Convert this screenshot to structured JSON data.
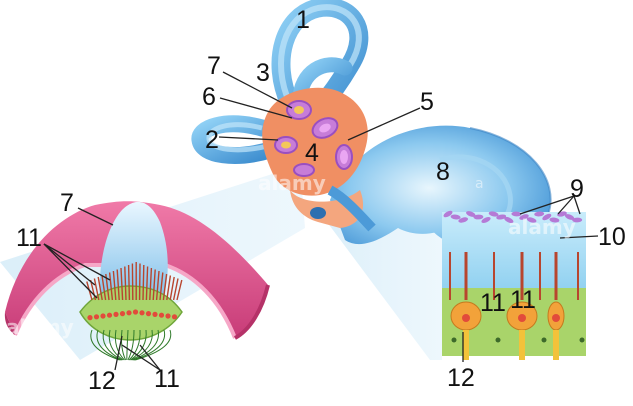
{
  "figure": {
    "labels": {
      "l1": "1",
      "l2": "2",
      "l3": "3",
      "l4": "4",
      "l5": "5",
      "l6": "6",
      "l7_top": "7",
      "l7_left": "7",
      "l8": "8",
      "l9": "9",
      "l10": "10",
      "l11_left": "11",
      "l11_bottom": "11",
      "l11_mid_a": "11",
      "l11_mid_b": "11",
      "l12_left": "12",
      "l12_right": "12"
    },
    "watermark": {
      "text": "alamy",
      "mark": "a"
    },
    "colors": {
      "canal_blue": "#5aa9dd",
      "vestibule_orange": "#f08f63",
      "macula_purple": "#b46ad2",
      "cupula_blue": "#9ed2f2",
      "pink_wall": "#e2558f",
      "cell_orange": "#f2a23a",
      "support_green": "#a9d46a"
    }
  }
}
